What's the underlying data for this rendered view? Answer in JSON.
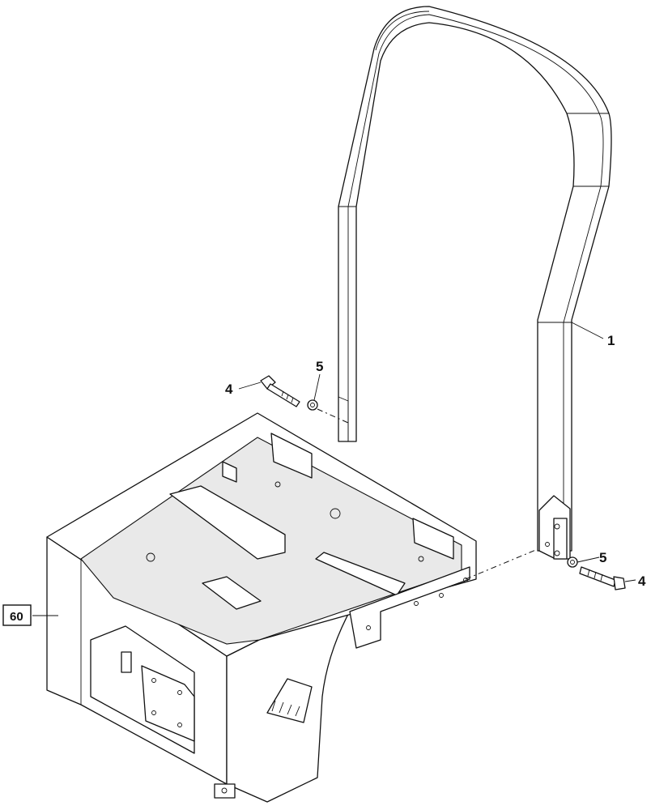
{
  "callouts": {
    "c1": "1",
    "c4_left": "4",
    "c5_left": "5",
    "c5_right": "5",
    "c4_right": "4",
    "c60": "60"
  },
  "parts": [
    {
      "ref": "1",
      "name": "roll-bar"
    },
    {
      "ref": "4",
      "name": "bolt"
    },
    {
      "ref": "5",
      "name": "washer"
    },
    {
      "ref": "60",
      "name": "seat-base-frame"
    }
  ]
}
